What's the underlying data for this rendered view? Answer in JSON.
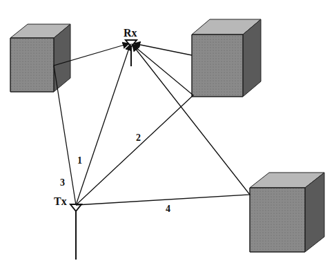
{
  "diagram": {
    "labels": [
      "Rx",
      "1",
      "2",
      "3",
      "4",
      "Tx"
    ]
  }
}
